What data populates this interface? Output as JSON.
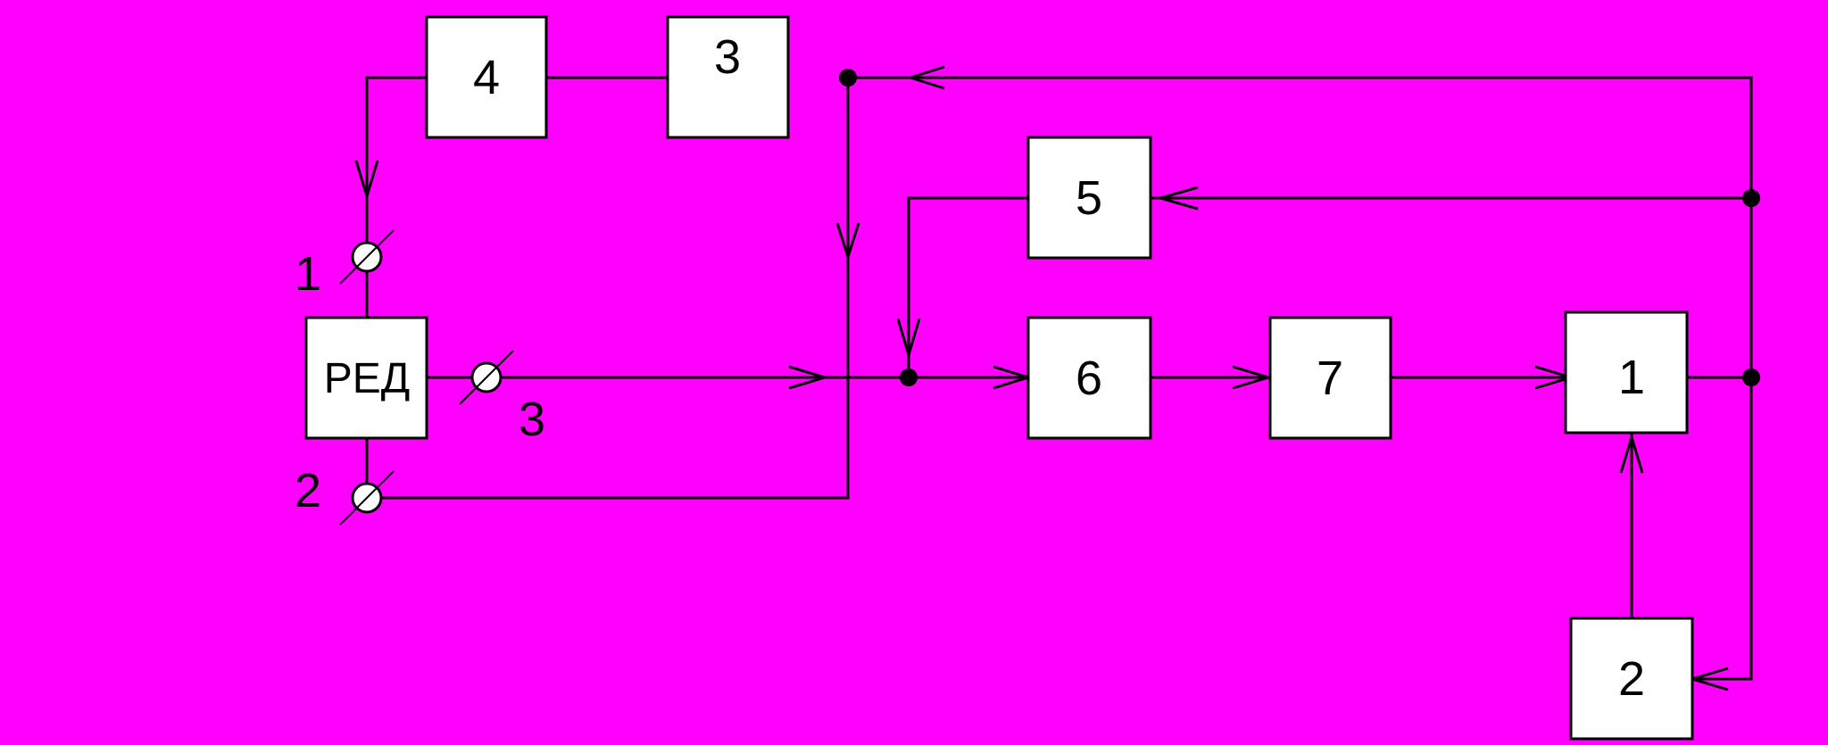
{
  "diagram": {
    "background_color": "#ff00ff",
    "line_color": "#000000",
    "block_fill": "#ffffff",
    "blocks": {
      "b4": "4",
      "b3": "3",
      "b5": "5",
      "red": "РЕД",
      "b6": "6",
      "b7": "7",
      "b1": "1",
      "b2": "2"
    },
    "terminals": {
      "t1": "1",
      "t2": "2",
      "t3": "3"
    }
  }
}
